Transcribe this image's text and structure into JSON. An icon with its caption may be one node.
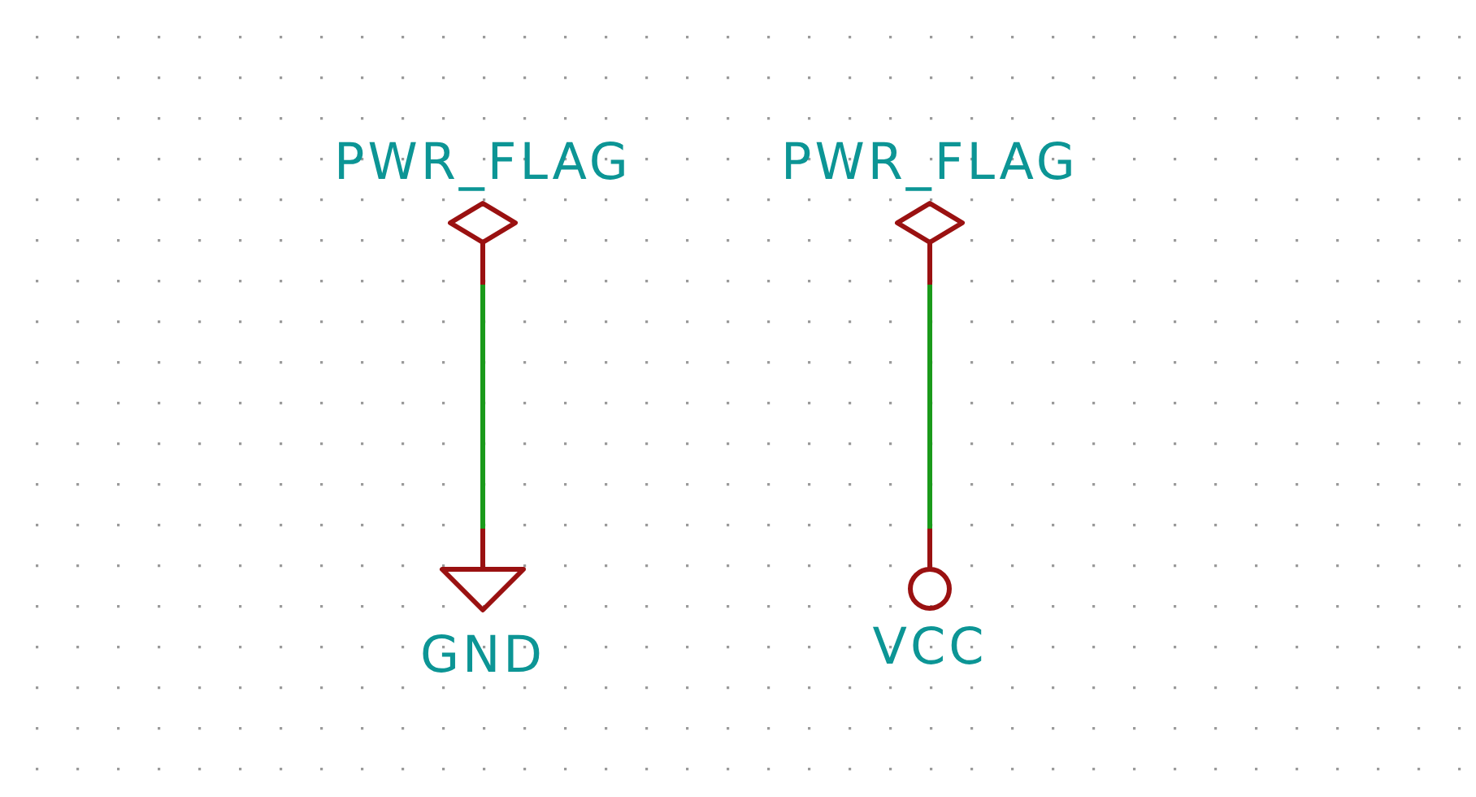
{
  "diagram": {
    "nodes": [
      {
        "text": [
          "PWR_FLAG"
        ]
      },
      {
        "text": [
          "PWR_FLAG"
        ]
      },
      {
        "text": [
          "GND"
        ]
      },
      {
        "text": [
          "VCC"
        ]
      }
    ],
    "edges": [
      {
        "from": 0,
        "to": 2,
        "arrow": "none"
      },
      {
        "from": 1,
        "to": 3,
        "arrow": "none"
      }
    ]
  }
}
